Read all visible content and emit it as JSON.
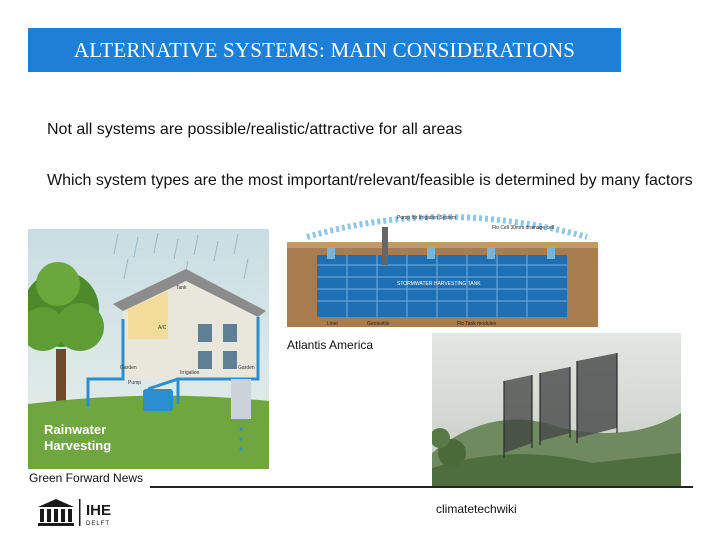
{
  "slide": {
    "title": "ALTERNATIVE SYSTEMS: MAIN CONSIDERATIONS",
    "bullets": [
      "Not all systems are possible/realistic/attractive for all areas",
      "Which system types are the most important/relevant/feasible is determined by many factors"
    ]
  },
  "images": {
    "rainwater": {
      "caption": "Green Forward News",
      "title_text_line1": "Rainwater",
      "title_text_line2": "Harvesting",
      "labels": [
        "Tank",
        "A/C",
        "Garden",
        "Pump",
        "Irrigation",
        "Garden"
      ]
    },
    "stormwater": {
      "caption": "Atlantis America",
      "labels": [
        "Pump for Irrigation System",
        "Flo Cell 30mm drainage cell",
        "STORMWATER HARVESTING TANK",
        "Liner",
        "Geotextile",
        "Flo Tank modules"
      ]
    },
    "fog": {
      "caption": "climatetechwiki"
    }
  },
  "footer": {
    "logo_text": "IHE",
    "logo_subtext": "DELFT"
  },
  "colors": {
    "title_bg": "#1e7fd6",
    "title_text": "#ffffff"
  }
}
